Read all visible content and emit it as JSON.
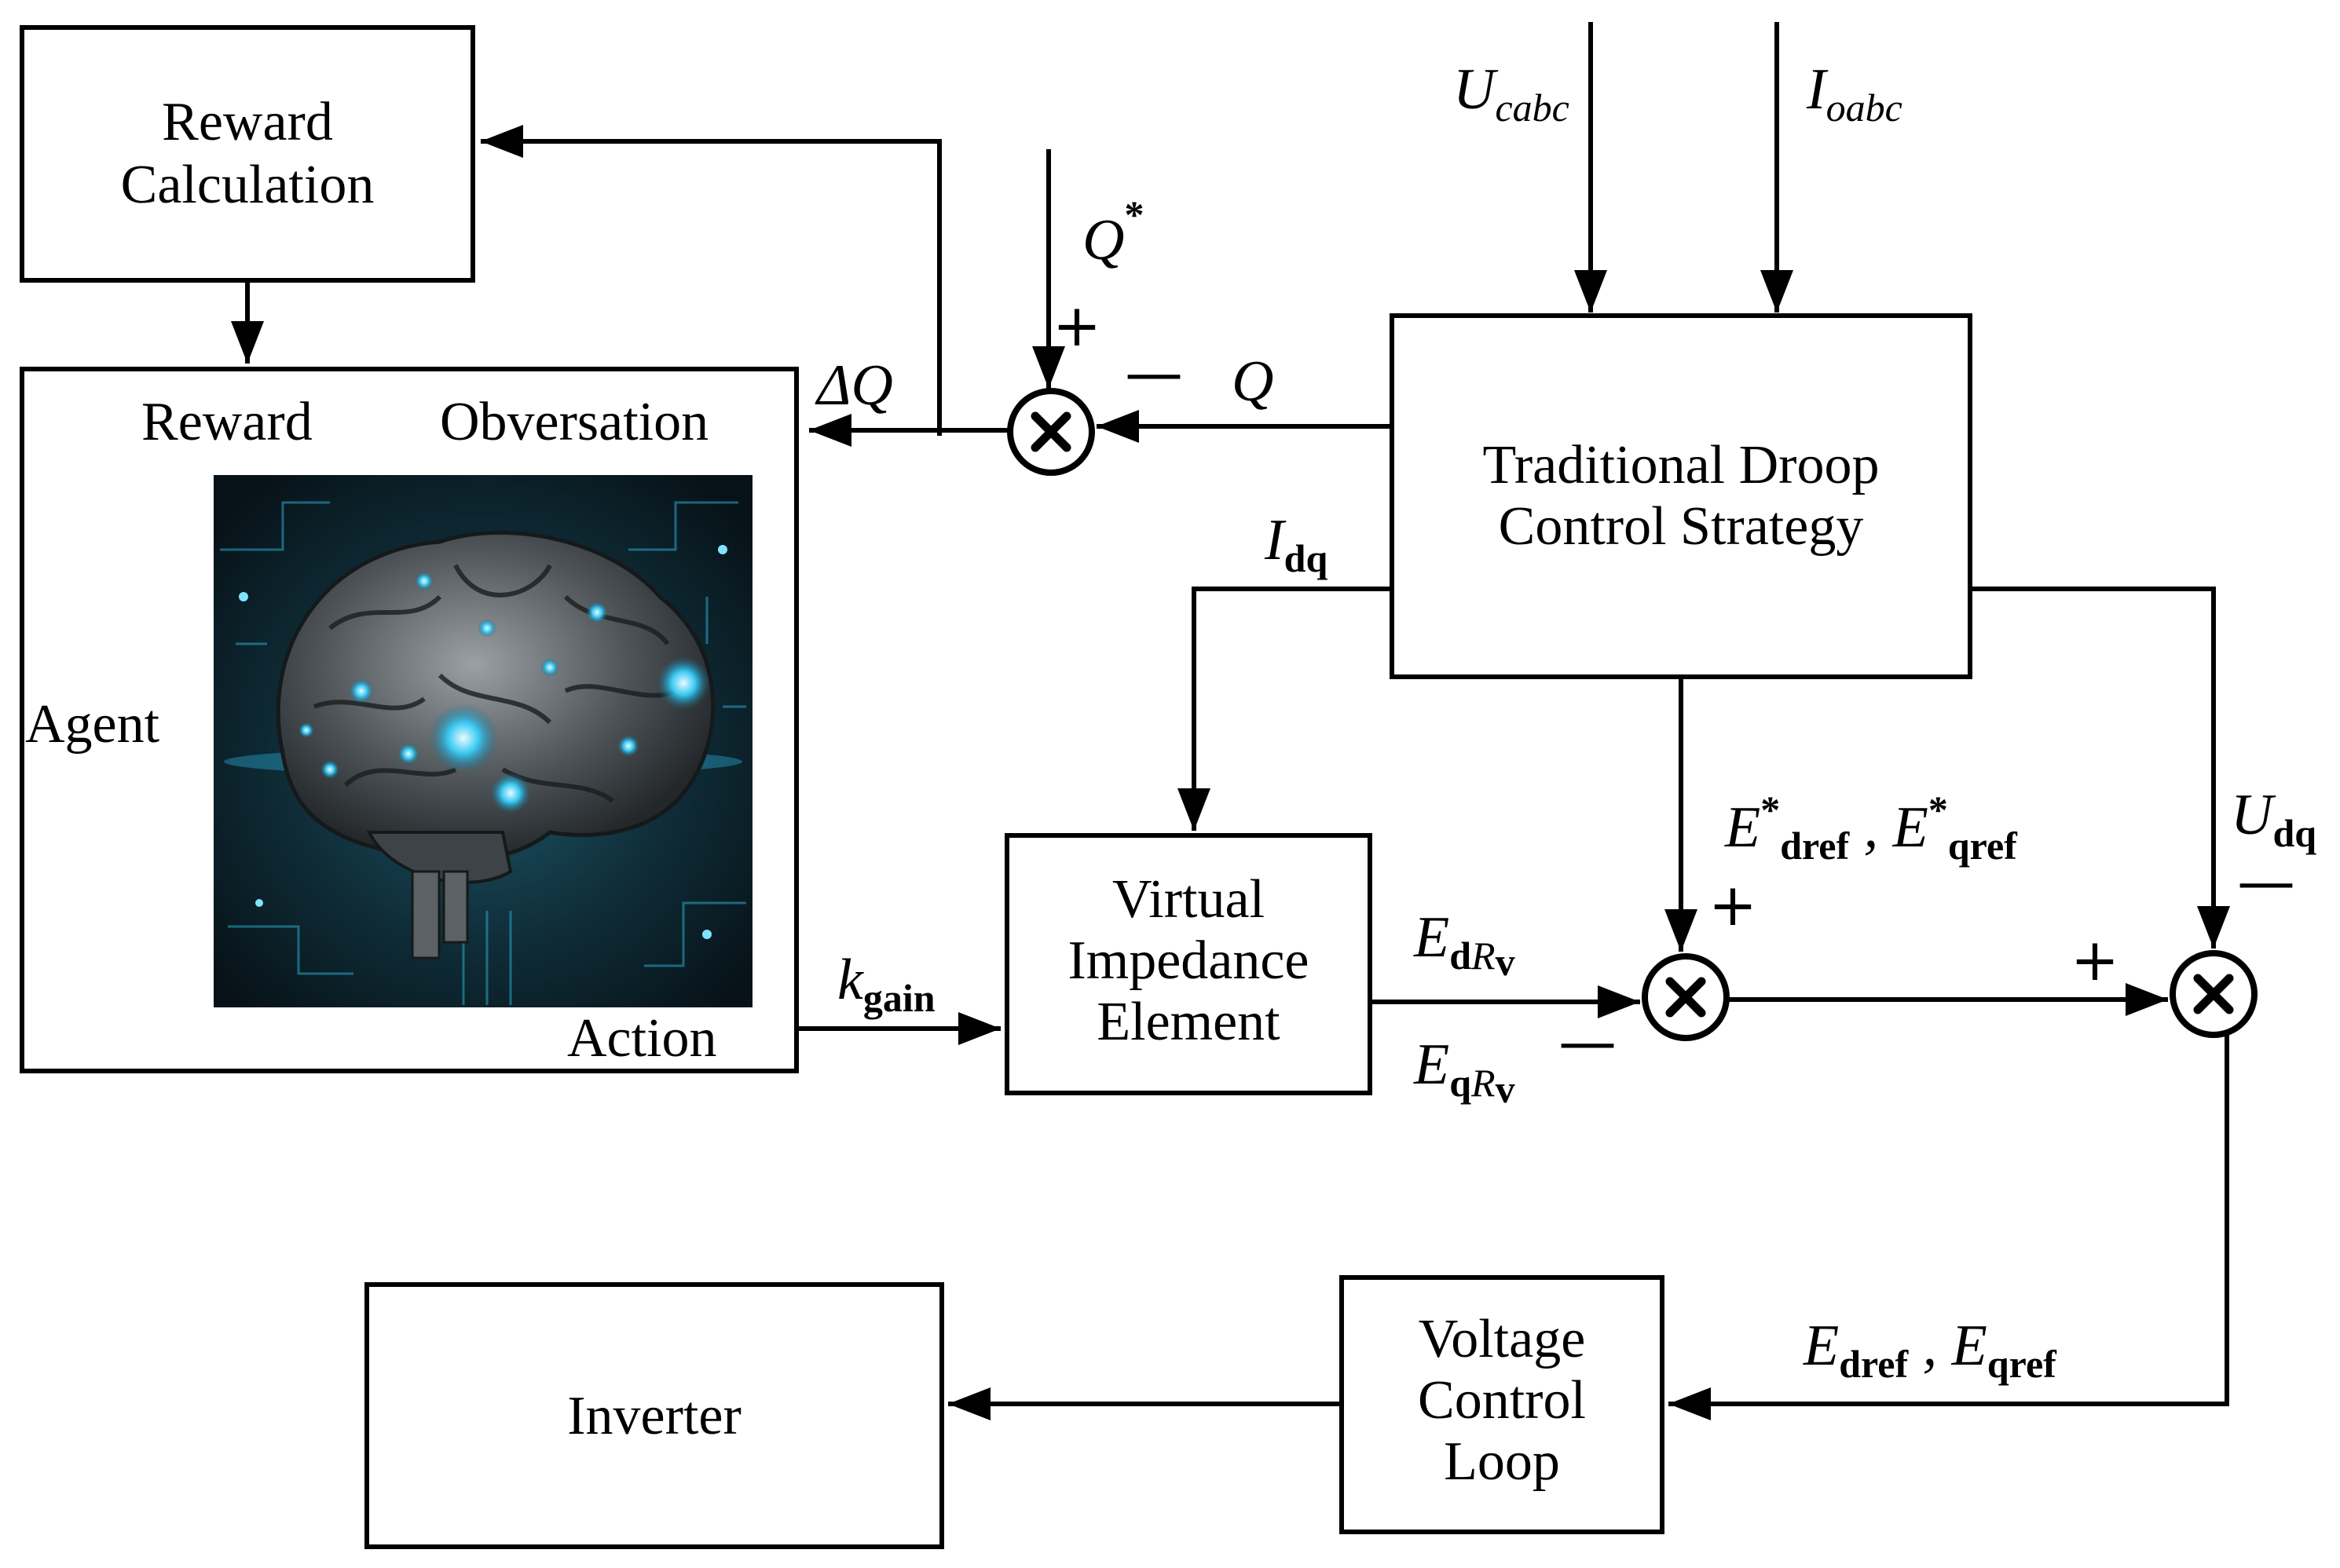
{
  "blocks": {
    "reward_calculation": [
      "Reward",
      "Calculation"
    ],
    "traditional_droop": [
      "Traditional Droop",
      "Control Strategy"
    ],
    "virtual_impedance": [
      "Virtual",
      "Impedance",
      "Element"
    ],
    "voltage_control_loop": [
      "Voltage",
      "Control",
      "Loop"
    ],
    "inverter": "Inverter"
  },
  "agent": {
    "title": "Agent",
    "reward": "Reward",
    "observation": "Obversation",
    "action": "Action"
  },
  "signals": {
    "u_cabc": {
      "main": "U",
      "sub": "cabc"
    },
    "i_oabc": {
      "main": "I",
      "sub": "oabc"
    },
    "q_star": {
      "main": "Q",
      "sup": "*"
    },
    "q": "Q",
    "delta_q": "ΔQ",
    "i_dq": {
      "main": "I",
      "sub": "dq"
    },
    "u_dq": {
      "main": "U",
      "sub": "dq"
    },
    "k_gain": {
      "main": "k",
      "sub": "gain"
    },
    "e_drv": {
      "main": "E",
      "sub": "d",
      "sub_italic": "R",
      "sub2": "v"
    },
    "e_qrv": {
      "main": "E",
      "sub": "q",
      "sub_italic": "R",
      "sub2": "v"
    },
    "e_ref_star": {
      "main1": "E",
      "sup": "*",
      "sub1": "dref",
      "sep": " , ",
      "main2": "E",
      "sub2": "qref"
    },
    "e_ref": {
      "main1": "E",
      "sub1": "dref",
      "sep": " , ",
      "main2": "E",
      "sub2": "qref"
    }
  },
  "signs": {
    "plus": "+",
    "minus": "—"
  },
  "brain_image": {
    "description_icon": "circuit-brain-illustration",
    "colors": {
      "background": "#0b1c24",
      "glow": "#2fc4f0",
      "metal": "#6d7276"
    }
  }
}
